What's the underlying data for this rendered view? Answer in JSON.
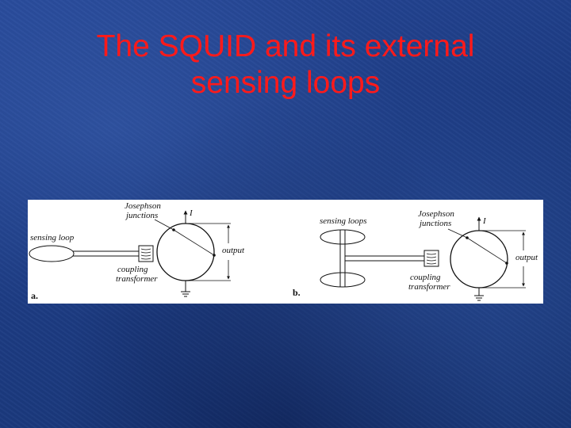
{
  "slide": {
    "title_line1": "The SQUID and its external",
    "title_line2": "sensing loops",
    "title_color": "#ff1a1a",
    "background_color": "#1f3f86"
  },
  "figure": {
    "panel_a": {
      "tag": "a.",
      "josephson_line1": "Josephson",
      "josephson_line2": "junctions",
      "current": "I",
      "sensing": "sensing loop",
      "output": "output",
      "coupling_line1": "coupling",
      "coupling_line2": "transformer"
    },
    "panel_b": {
      "tag": "b.",
      "josephson_line1": "Josephson",
      "josephson_line2": "junctions",
      "current": "I",
      "sensing": "sensing loops",
      "output": "output",
      "coupling_line1": "coupling",
      "coupling_line2": "transformer"
    }
  }
}
